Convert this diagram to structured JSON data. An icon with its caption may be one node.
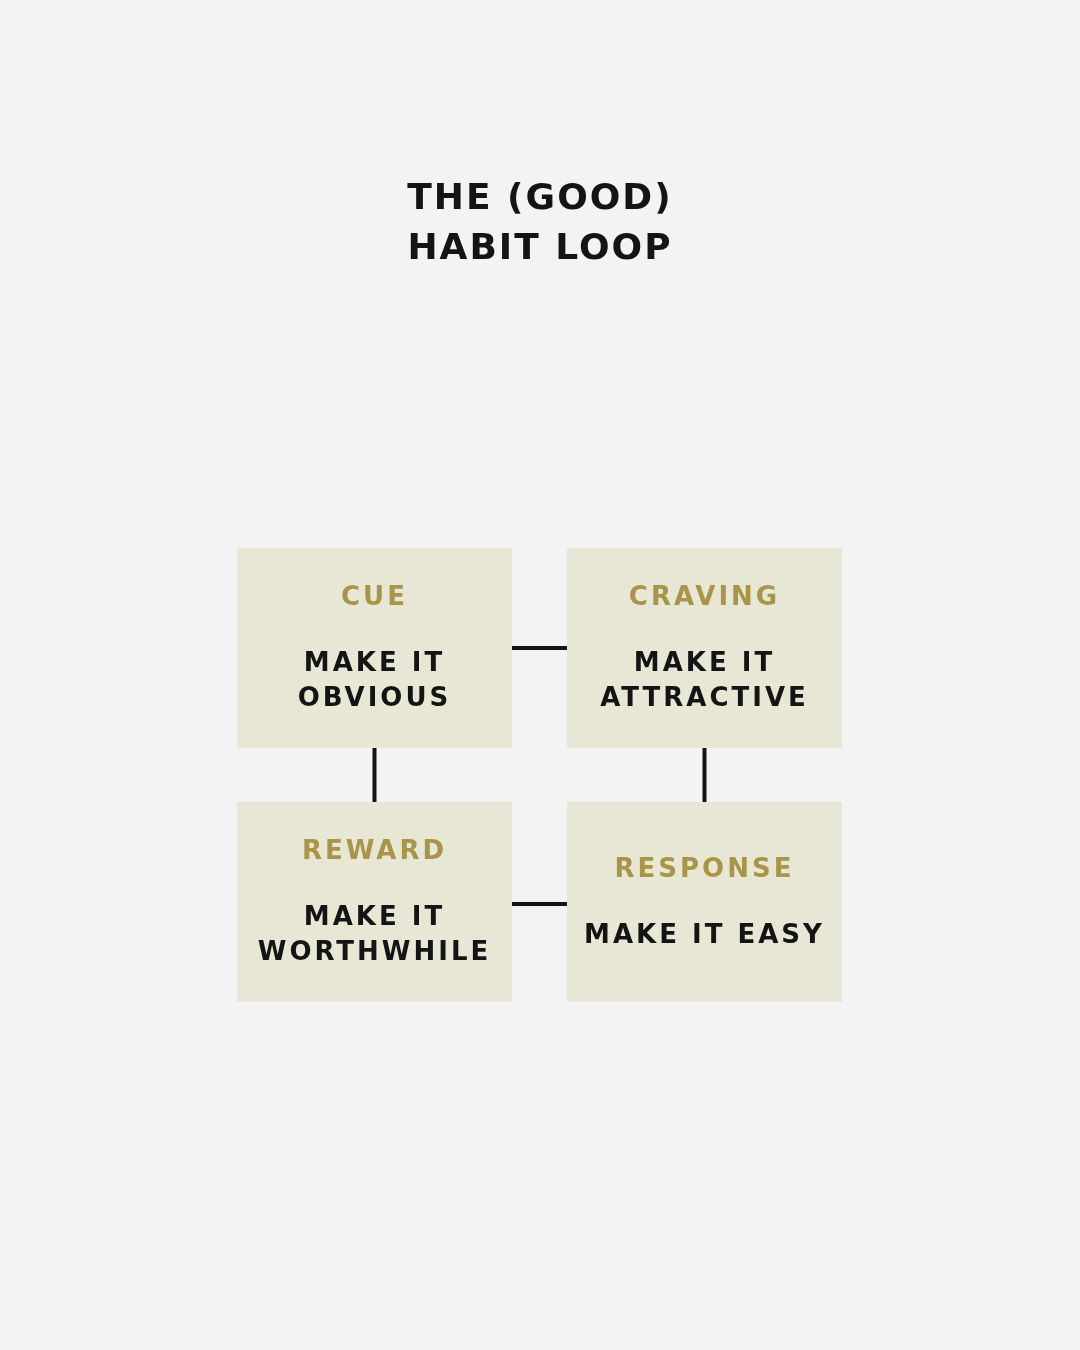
{
  "diagram": {
    "title": "THE (GOOD) HABIT LOOP",
    "nodes": [
      {
        "text": [
          "CUE",
          "MAKE IT OBVIOUS"
        ]
      },
      {
        "text": [
          "CRAVING",
          "MAKE IT ATTRACTIVE"
        ]
      },
      {
        "text": [
          "REWARD",
          "MAKE IT WORTHWHILE"
        ]
      },
      {
        "text": [
          "RESPONSE",
          "MAKE IT EASY"
        ]
      }
    ],
    "edges": [
      {
        "from": 0,
        "to": 1,
        "arrow": "none"
      },
      {
        "from": 0,
        "to": 2,
        "arrow": "none"
      },
      {
        "from": 1,
        "to": 3,
        "arrow": "none"
      },
      {
        "from": 2,
        "to": 3,
        "arrow": "none"
      }
    ]
  }
}
